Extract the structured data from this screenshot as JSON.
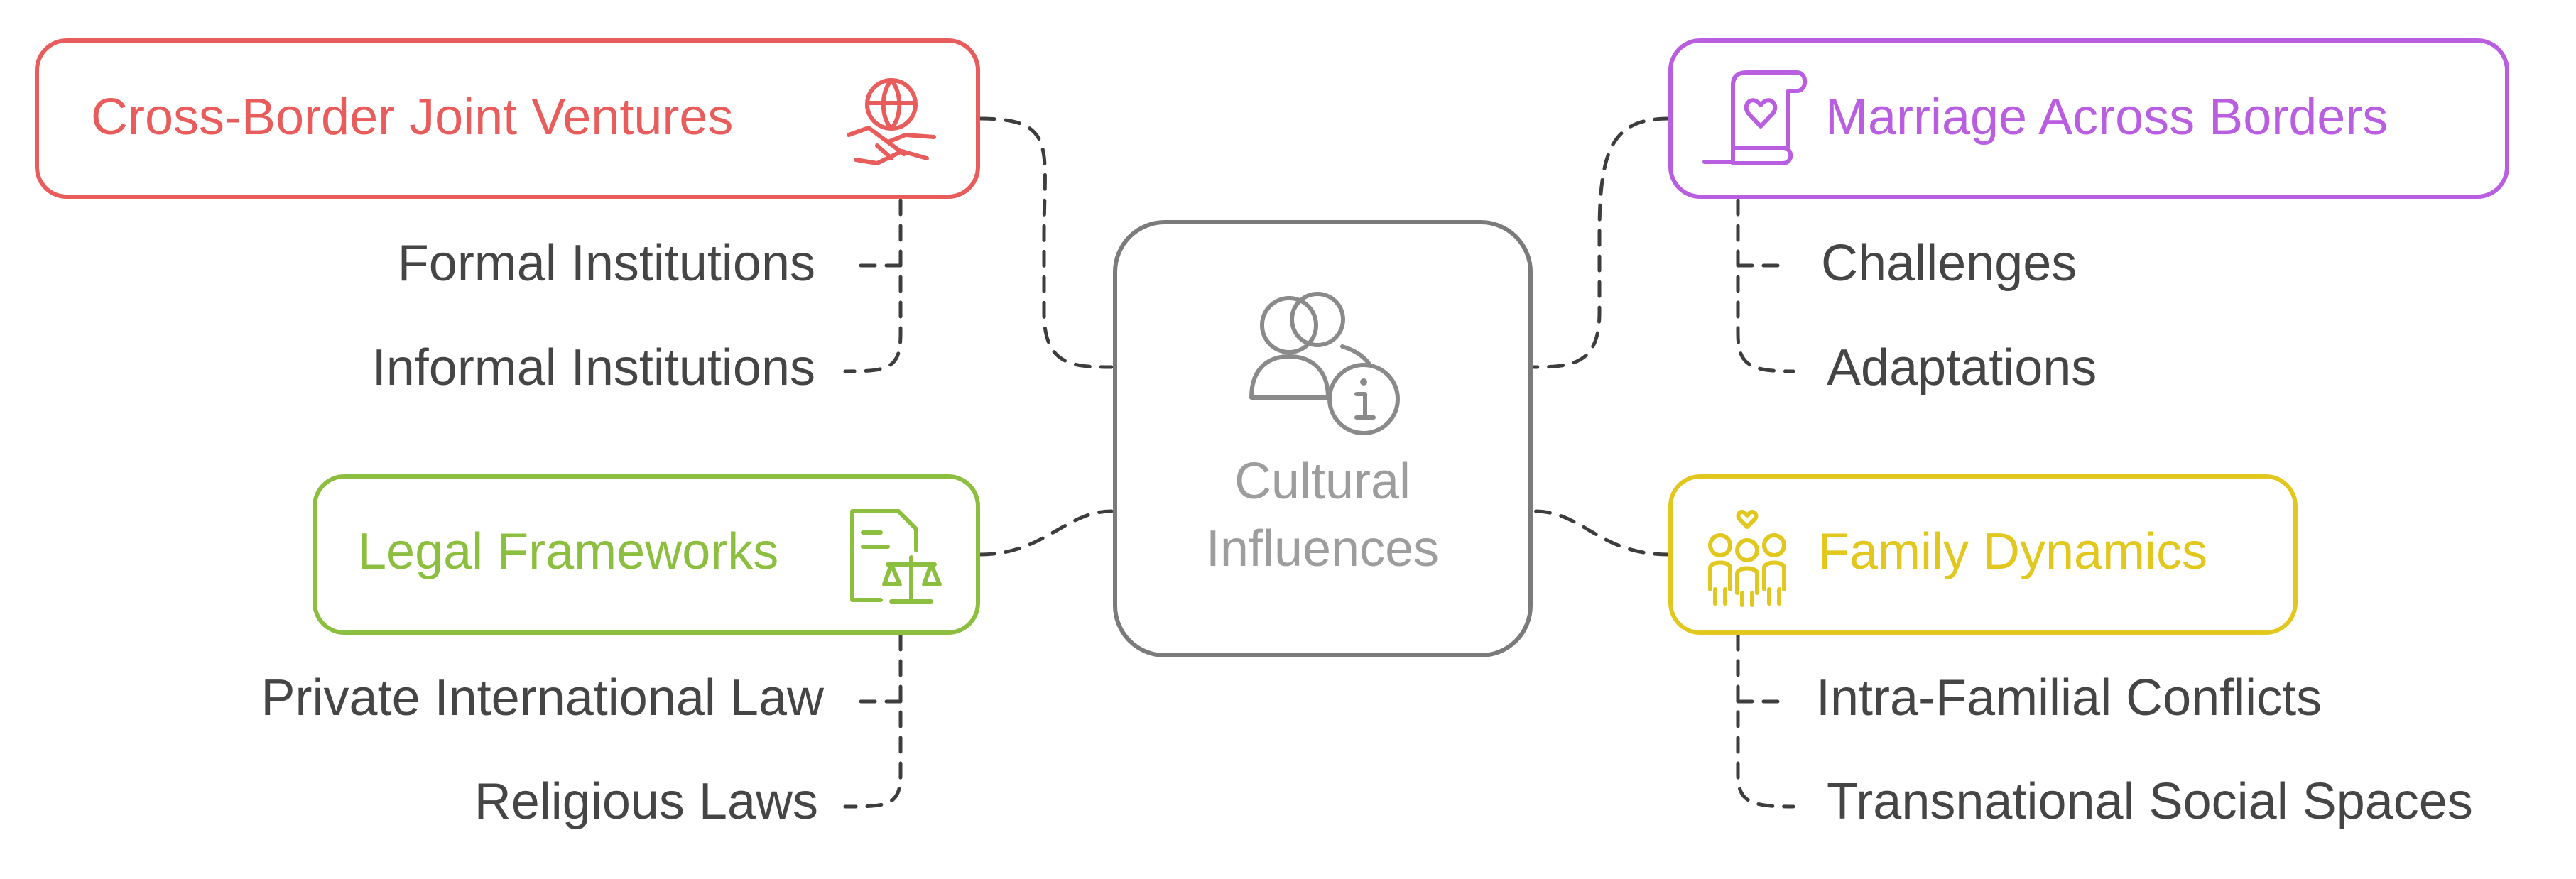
{
  "center": {
    "line1": "Cultural",
    "line2": "Influences",
    "icon": "people-info-icon",
    "color": "#7b7b7b"
  },
  "branches": [
    {
      "key": "joint-ventures",
      "label": "Cross-Border Joint Ventures",
      "color": "#e85c5c",
      "icon": "handshake-globe-icon",
      "items": [
        "Formal Institutions",
        "Informal Institutions"
      ]
    },
    {
      "key": "legal",
      "label": "Legal Frameworks",
      "color": "#8cbf3f",
      "icon": "legal-document-scales-icon",
      "items": [
        "Private International Law",
        "Religious Laws"
      ]
    },
    {
      "key": "marriage",
      "label": "Marriage Across Borders",
      "color": "#b95ee0",
      "icon": "marriage-certificate-icon",
      "items": [
        "Challenges",
        "Adaptations"
      ]
    },
    {
      "key": "family",
      "label": "Family Dynamics",
      "color": "#e2c81e",
      "icon": "family-icon",
      "items": [
        "Intra-Familial Conflicts",
        "Transnational Social Spaces"
      ]
    }
  ]
}
